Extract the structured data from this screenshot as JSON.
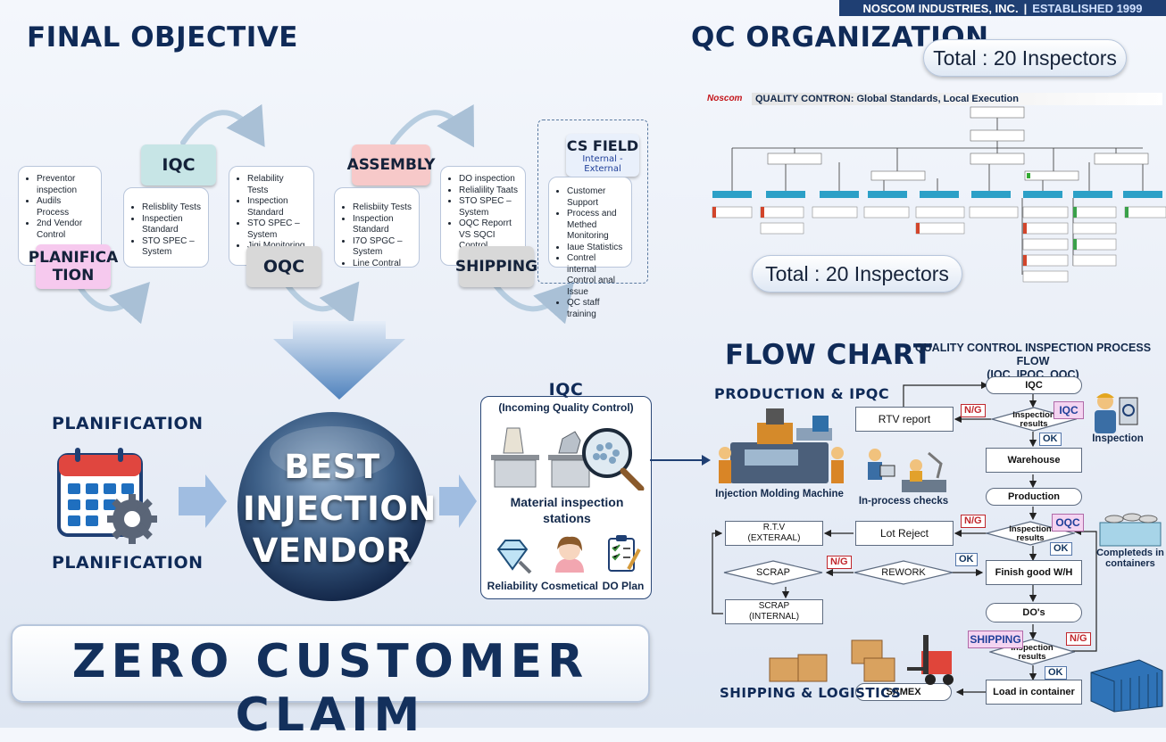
{
  "header": {
    "company": "NOSCOM INDUSTRIES, INC.",
    "established": "ESTABLISHED 1999"
  },
  "objective": {
    "title": "FINAL OBJECTIVE",
    "stages": [
      {
        "tag": "PLANIFICA\nTION",
        "items": [
          "Preventor inspection",
          "Audils Process",
          "2nd Vendor Control"
        ]
      },
      {
        "tag": "IQC",
        "items": [
          "Relisblity Tests",
          "Inspectien Standard",
          "STO SPEC – System"
        ]
      },
      {
        "tag": "OQC",
        "items": [
          "Relability Tests",
          "Inspection Standard",
          "STO SPEC – System",
          "Jigi Monitoring"
        ]
      },
      {
        "tag": "ASSEMBLY",
        "items": [
          "Relisbiity Tests",
          "Inspection Standard",
          "I7O SPGC – System",
          "Line Contral"
        ]
      },
      {
        "tag": "SHIPPING",
        "items": [
          "DO inspection",
          "Relialility Taats",
          "STO SPEC – System",
          "OQC Reporrt VS SQCI Control"
        ]
      },
      {
        "tag": "CS FIELD",
        "sub": "Internal - External",
        "items": [
          "Customer Support",
          "Process and Methed Monitoring",
          "Iaue Statistics",
          "Contrel internal Control anal Issue",
          "QC staff training"
        ]
      }
    ]
  },
  "qc_org": {
    "title": "QC ORGANIZATION",
    "total_top": "Total : 20 Inspectors",
    "total_bottom": "Total : 20 Inspectors",
    "logo": "Noscom",
    "chart_title": "QUALITY CONTRON: Global Standards, Local Execution"
  },
  "center": {
    "planification_top": "PLANIFICATION",
    "planification_bottom": "PLANIFICATION",
    "vendor": [
      "BEST",
      "INJECTION",
      "VENDOR"
    ],
    "iqc_title": "IQC",
    "iqc_sub": "(Incoming Quality Control)",
    "material": "Material inspection stations",
    "icons": [
      "Reliability",
      "Cosmetical",
      "DO Plan"
    ],
    "zero": "ZERO CUSTOMER CLAIM"
  },
  "flow": {
    "title": "FLOW CHART",
    "subtitle_1": "QUALITY CONTROL INSPECTION PROCESS FLOW",
    "subtitle_2": "(IQC, IPQC, OQC)",
    "production": "PRODUCTION & IPQC",
    "machine": "Injection Molding Machine",
    "inprocess": "In-process checks",
    "inspection": "Inspection",
    "containers": "Completeds in containers",
    "logistics": "SHIPPING & LOGISTICS",
    "nodes": {
      "iqc": "IQC",
      "inspect1": "Inspection results",
      "iqc_tag": "IQC",
      "rtv_report": "RTV report",
      "warehouse": "Warehouse",
      "production": "Production",
      "inspect2": "Inspection results",
      "oqc_tag": "OQC",
      "lot_reject": "Lot Reject",
      "rtv_ext": "R.T.V (EXTERAAL)",
      "scrap": "SCRAP",
      "rework": "REWORK",
      "finish": "Finish good W/H",
      "scrap_int": "SCRAP (INTERNAL)",
      "dos": "DO's",
      "shipping_tag": "SHIPPING",
      "inspect3": "Inspection results",
      "samex": "SAMEX",
      "load": "Load in container"
    },
    "marks": {
      "ng": "N/G",
      "ok": "OK"
    }
  }
}
